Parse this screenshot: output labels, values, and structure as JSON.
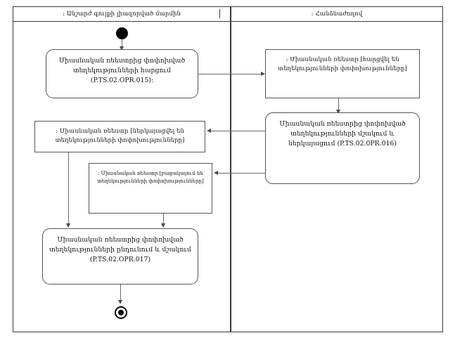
{
  "diagram": {
    "type": "uml-activity-diagram",
    "lanes": [
      {
        "id": "left",
        "title": ": Անշարժ գույքի լիազորված մարմին"
      },
      {
        "id": "right",
        "title": ": Հանձնաժողով"
      }
    ],
    "nodes": {
      "initial": {
        "kind": "initial-node"
      },
      "action_015": {
        "kind": "action",
        "lane": "left",
        "text": "Միասնական ռեեստրից փոփոխված տեղեկությունների հարցում (P.TS.02.OPR.015):"
      },
      "object_requested": {
        "kind": "object-node",
        "lane": "right",
        "text": ": Միասնական ռեեստր [հարցվել են տեղեկությունների փոփոխությունները]"
      },
      "action_016": {
        "kind": "action",
        "lane": "right",
        "text": "Միասնական ռեեստրից փոփոխված տեղեկությունների մշակում և ներկայացում (P.TS.02.0PR.016)"
      },
      "object_presented": {
        "kind": "object-node",
        "lane": "left",
        "text": ": Միասնական ռեեստր [ներկայացվել են տեղեկությունների փոփոխությունները]"
      },
      "object_absent": {
        "kind": "object-node",
        "lane": "left",
        "text": ": Միասնական ռեեստր [բացակայում են տեղեկությունների փոփոխությունները]"
      },
      "action_017": {
        "kind": "action",
        "lane": "left",
        "text": "Միասնական ռեեստրից փոփոխված տեղեկությունների ընդունում և մշակում (P.TS.02.OPR.017)"
      },
      "final": {
        "kind": "final-node"
      }
    },
    "edges": [
      {
        "from": "initial",
        "to": "action_015"
      },
      {
        "from": "action_015",
        "to": "object_requested"
      },
      {
        "from": "object_requested",
        "to": "action_016"
      },
      {
        "from": "action_016",
        "to": "object_presented"
      },
      {
        "from": "action_016",
        "to": "object_absent"
      },
      {
        "from": "object_presented",
        "to": "action_017"
      },
      {
        "from": "object_absent",
        "to": "action_017"
      },
      {
        "from": "action_017",
        "to": "final"
      }
    ],
    "colors": {
      "frame": "#3a3a3a",
      "node_border": "#555555",
      "edge": "#6a6a6a",
      "text": "#111111",
      "background": "#ffffff"
    }
  }
}
